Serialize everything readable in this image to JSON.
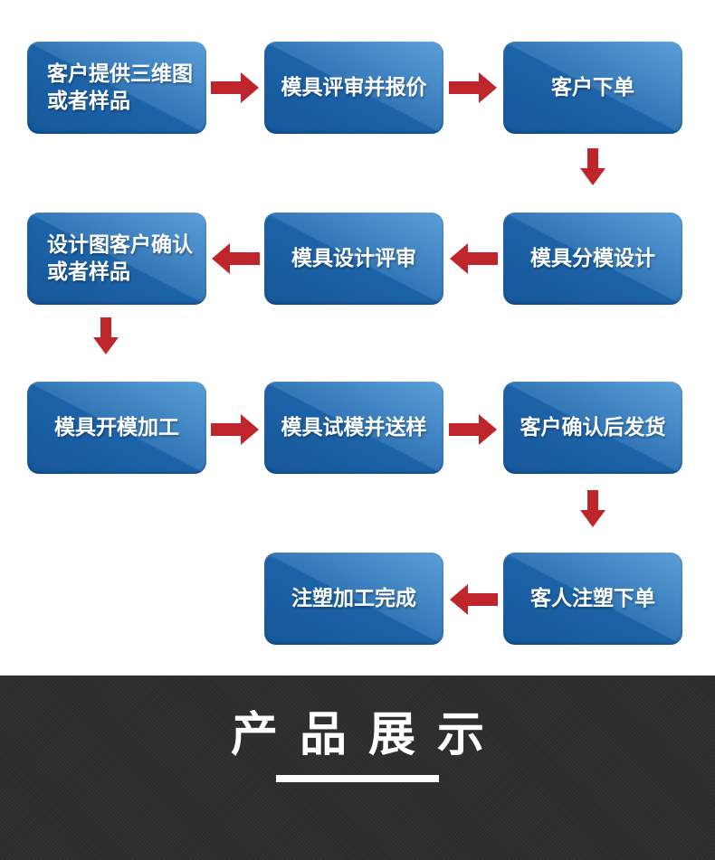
{
  "colors": {
    "box_dark": "#16589b",
    "box_mid": "#1d63a8",
    "box_light": "#3377b7",
    "box_lighter": "#5b9fd8",
    "box_text": "#ffffff",
    "arrow": "#bf262c",
    "banner_bg": "#2d2d2d",
    "banner_text": "#ffffff",
    "underline": "#ffffff"
  },
  "flowchart": {
    "nodes": [
      {
        "label": "客户提供三维图\n或者样品"
      },
      {
        "label": "模具评审并报价"
      },
      {
        "label": "客户下单"
      },
      {
        "label": "设计图客户确认\n或者样品"
      },
      {
        "label": "模具设计评审"
      },
      {
        "label": "模具分模设计"
      },
      {
        "label": "模具开模加工"
      },
      {
        "label": "模具试模并送样"
      },
      {
        "label": "客户确认后发货"
      },
      {
        "label": "注塑加工完成"
      },
      {
        "label": "客人注塑下单"
      }
    ]
  },
  "banner": {
    "title": "产品展示"
  }
}
